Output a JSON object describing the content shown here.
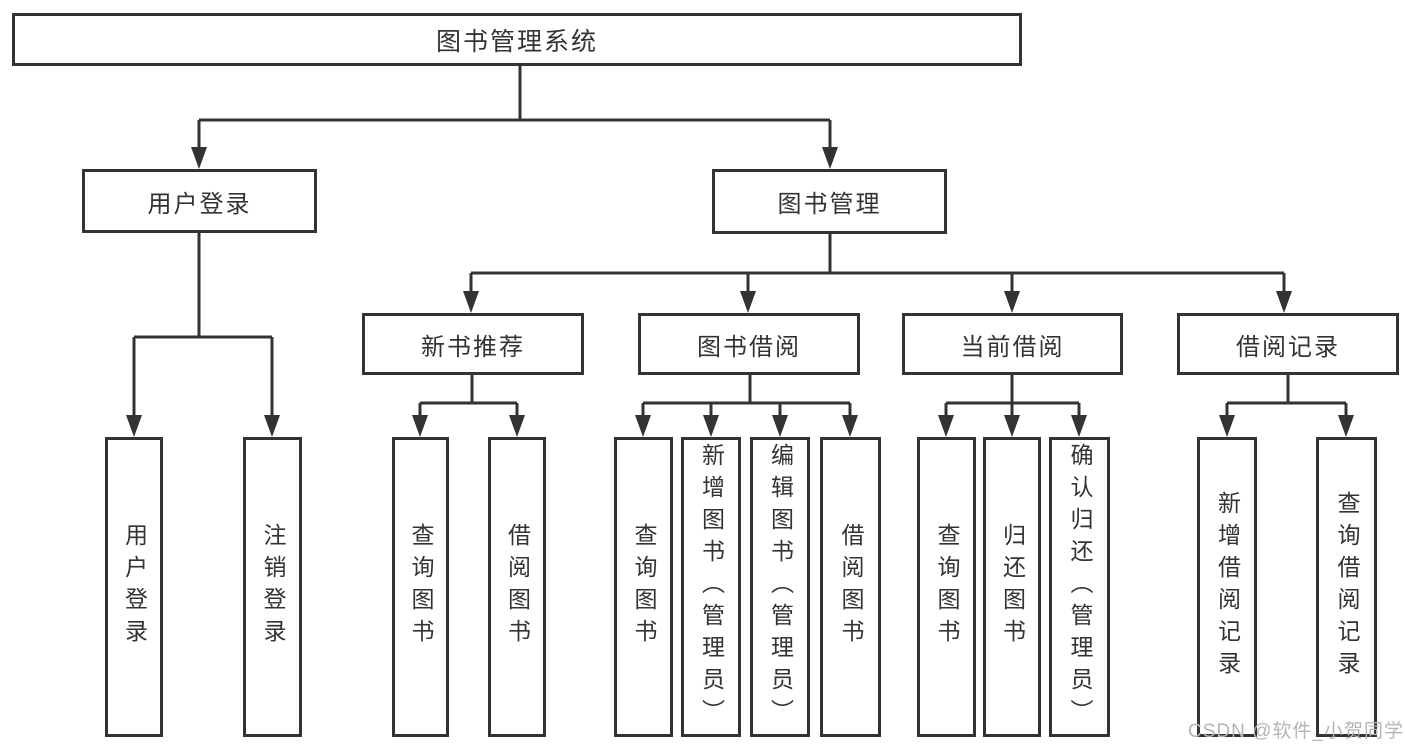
{
  "tree": {
    "root": {
      "label": "图书管理系统"
    },
    "user": {
      "label": "用户登录",
      "children": [
        {
          "label": "用户登录"
        },
        {
          "label": "注销登录"
        }
      ]
    },
    "mgmt": {
      "label": "图书管理",
      "groups": [
        {
          "label": "新书推荐",
          "children": [
            {
              "label": "查询图书"
            },
            {
              "label": "借阅图书"
            }
          ]
        },
        {
          "label": "图书借阅",
          "children": [
            {
              "label": "查询图书"
            },
            {
              "label": "新增图书（管理员）"
            },
            {
              "label": "编辑图书（管理员）"
            },
            {
              "label": "借阅图书"
            }
          ]
        },
        {
          "label": "当前借阅",
          "children": [
            {
              "label": "查询图书"
            },
            {
              "label": "归还图书"
            },
            {
              "label": "确认归还（管理员）"
            }
          ]
        },
        {
          "label": "借阅记录",
          "children": [
            {
              "label": "新增借阅记录"
            },
            {
              "label": "查询借阅记录"
            }
          ]
        }
      ]
    }
  },
  "watermark": {
    "text": "CSDN @软件_小贺同学"
  },
  "colors": {
    "line": "#333333",
    "text": "#333333",
    "watermark": "#b5b5b5",
    "background": "#ffffff"
  }
}
